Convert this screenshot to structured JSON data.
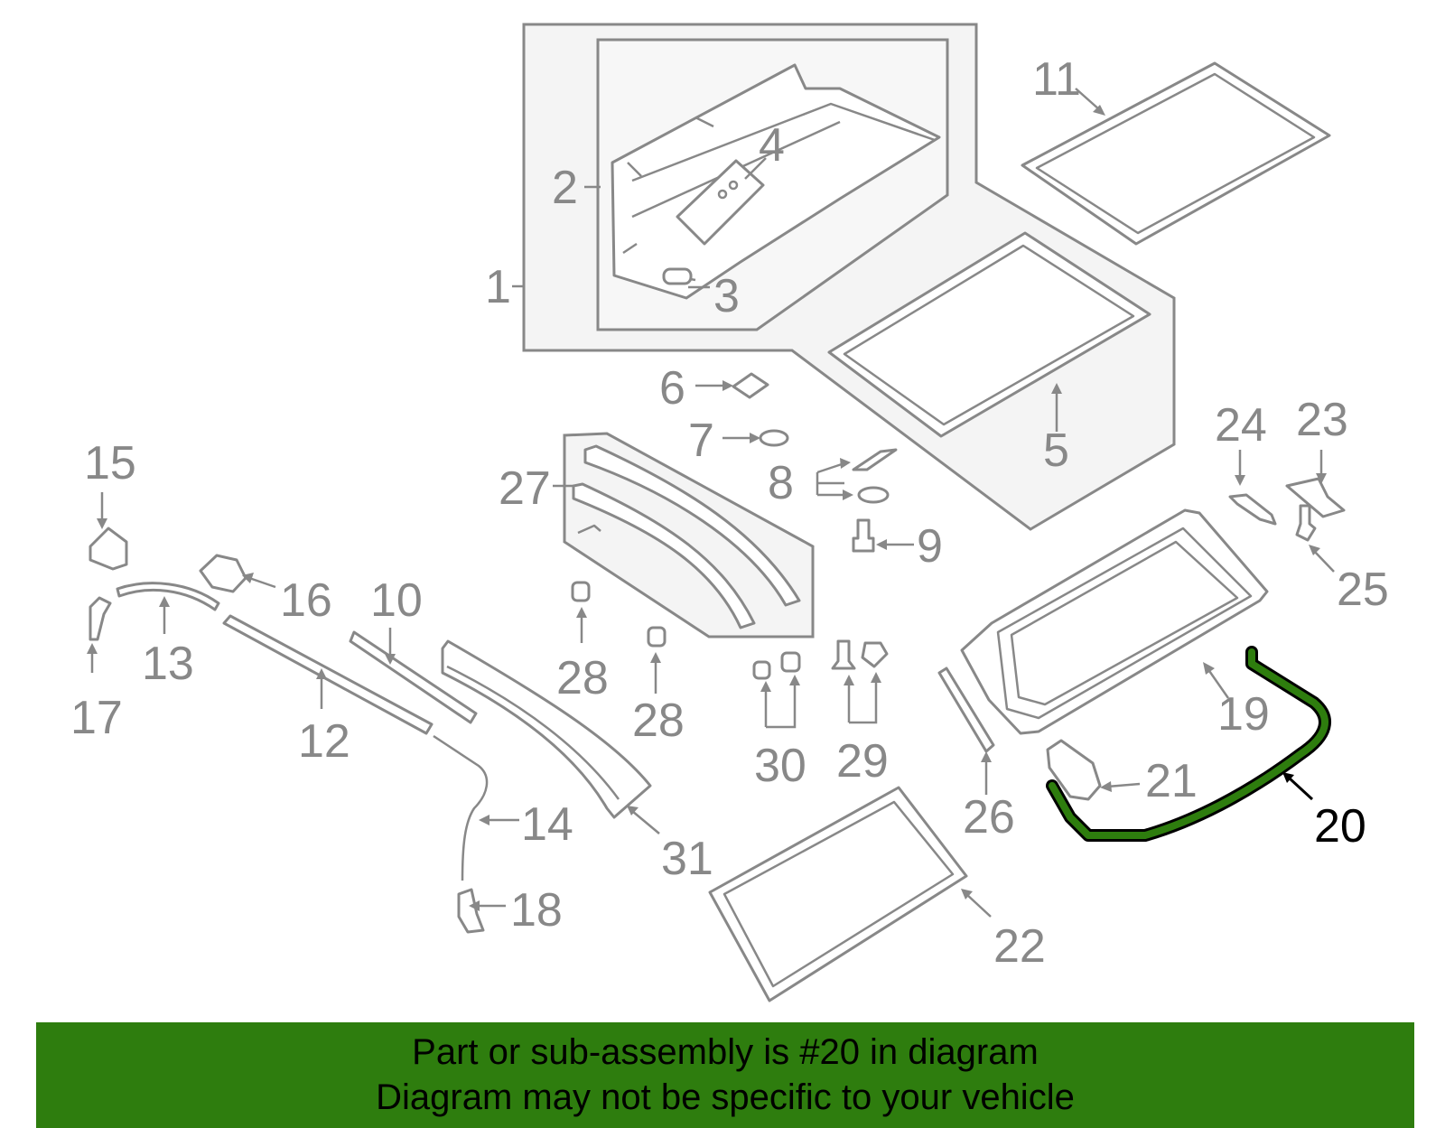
{
  "diagram": {
    "callouts": {
      "c1": "1",
      "c2": "2",
      "c3": "3",
      "c4": "4",
      "c5": "5",
      "c6": "6",
      "c7": "7",
      "c8": "8",
      "c9": "9",
      "c10": "10",
      "c11": "11",
      "c12": "12",
      "c13": "13",
      "c14": "14",
      "c15": "15",
      "c16": "16",
      "c17": "17",
      "c18": "18",
      "c19": "19",
      "c20": "20",
      "c21": "21",
      "c22": "22",
      "c23": "23",
      "c24": "24",
      "c25": "25",
      "c26": "26",
      "c27": "27",
      "c28a": "28",
      "c28b": "28",
      "c29": "29",
      "c30": "30",
      "c31": "31"
    },
    "highlighted_part": "20",
    "colors": {
      "highlight": "#2e7d0e",
      "parts": "#888888",
      "banner": "#2e7d0e"
    }
  },
  "banner": {
    "line1": "Part or sub-assembly is #20 in diagram",
    "line2": "Diagram may not be specific to your vehicle"
  }
}
